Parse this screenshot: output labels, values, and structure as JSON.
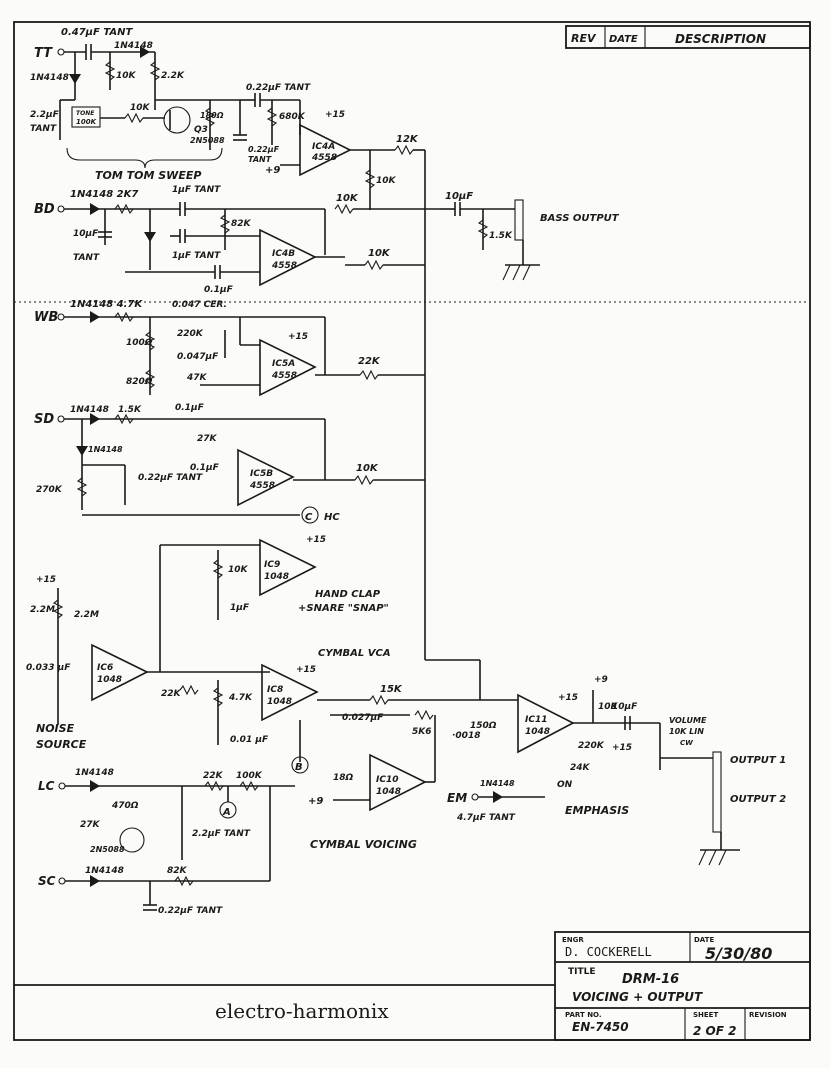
{
  "revision_block": {
    "rev": "REV",
    "date": "DATE",
    "description": "DESCRIPTION"
  },
  "inputs": {
    "tt": "TT",
    "bd": "BD",
    "wb": "WB",
    "sd": "SD",
    "lc": "LC",
    "sc": "SC",
    "em": "EM"
  },
  "section_labels": {
    "tom_tom_sweep": "TOM TOM SWEEP",
    "bass_output": "BASS OUTPUT",
    "hand_clap_1": "HAND CLAP",
    "hand_clap_2": "+SNARE \"SNAP\"",
    "cymbal_vca": "CYMBAL VCA",
    "cymbal_voicing": "CYMBAL VOICING",
    "noise_source_1": "NOISE",
    "noise_source_2": "SOURCE",
    "emphasis": "EMPHASIS",
    "volume_1": "VOLUME",
    "volume_2": "10K LIN",
    "output1": "OUTPUT 1",
    "output2": "OUTPUT 2",
    "on": "ON",
    "cw": "CW"
  },
  "nodes": {
    "c": "C",
    "hc": "HC",
    "a": "A",
    "b": "B"
  },
  "ics": [
    {
      "ref": "IC4A",
      "part": "4558"
    },
    {
      "ref": "IC4B",
      "part": "4558"
    },
    {
      "ref": "IC5A",
      "part": "4558"
    },
    {
      "ref": "IC5B",
      "part": "4558"
    },
    {
      "ref": "IC9",
      "part": "1048"
    },
    {
      "ref": "IC6",
      "part": "1048"
    },
    {
      "ref": "IC8",
      "part": "1048"
    },
    {
      "ref": "IC10",
      "part": "1048"
    },
    {
      "ref": "IC11",
      "part": "1048"
    }
  ],
  "parts": {
    "c_047_tant": "0.47µF TANT",
    "d_1n4148": "1N4148",
    "r_10k": "10K",
    "r_22k": "2.2K",
    "c_22_tant_a": "2.2µF",
    "tant": "TANT",
    "tone": "TONE",
    "r_100k": "100K",
    "q3": "Q3",
    "q3_part": "2N5088",
    "r_180": "180Ω",
    "c_022_tant_a": "0.22µF TANT",
    "r_680k": "680K",
    "c_022_tant_b": "0.22µF",
    "p15": "+15",
    "p9": "+9",
    "r_12k": "12K",
    "bd_diode": "1N4148 2K7",
    "c_1u_tant": "1µF TANT",
    "r_82k": "82K",
    "c_10u": "10µF",
    "r_15k": "1.5K",
    "c_01u": "0.1µF",
    "wb_diode": "1N4148 4.7K",
    "c_047_cer": "0.047 CER.",
    "r_220k": "220K",
    "r_100": "100Ω",
    "c_0047": "0.047µF",
    "r_47k": "47K",
    "r_820": "820Ω",
    "r_27k": "27K",
    "r_270k": "270K",
    "c_022_tant_c": "0.22µF TANT",
    "r_22k_b": "22K",
    "c_1uf": "1µF",
    "r_22m": "2.2M",
    "c_0033": "0.033 µF",
    "r_47k_b": "4.7K",
    "c_001": "0.01 µF",
    "r_15k_b": "15K",
    "c_0027": "0.027µF",
    "r_5k6": "5K6",
    "c_0018": "·0018",
    "r_150": "150Ω",
    "r_18": "18Ω",
    "r_470": "470Ω",
    "q4_part": "2N5088",
    "r_24k": "24K",
    "c_47_tant": "4.7µF TANT",
    "c_22u_tant_b": "2.2µF TANT",
    "c_022_sc": "0.22µF TANT",
    "r_1k5": "1.5K"
  },
  "title_block": {
    "engr_label": "ENGR",
    "engr_value": "D. COCKERELL",
    "date_label": "DATE",
    "date_value": "5/30/80",
    "title_label": "TITLE",
    "title_line1": "DRM-16",
    "title_line2": "VOICING + OUTPUT",
    "part_label": "PART NO.",
    "part_value": "EN-7450",
    "sheet_label": "SHEET",
    "sheet_value": "2 OF 2",
    "revision_label": "REVISION"
  },
  "company": "electro-harmonix"
}
